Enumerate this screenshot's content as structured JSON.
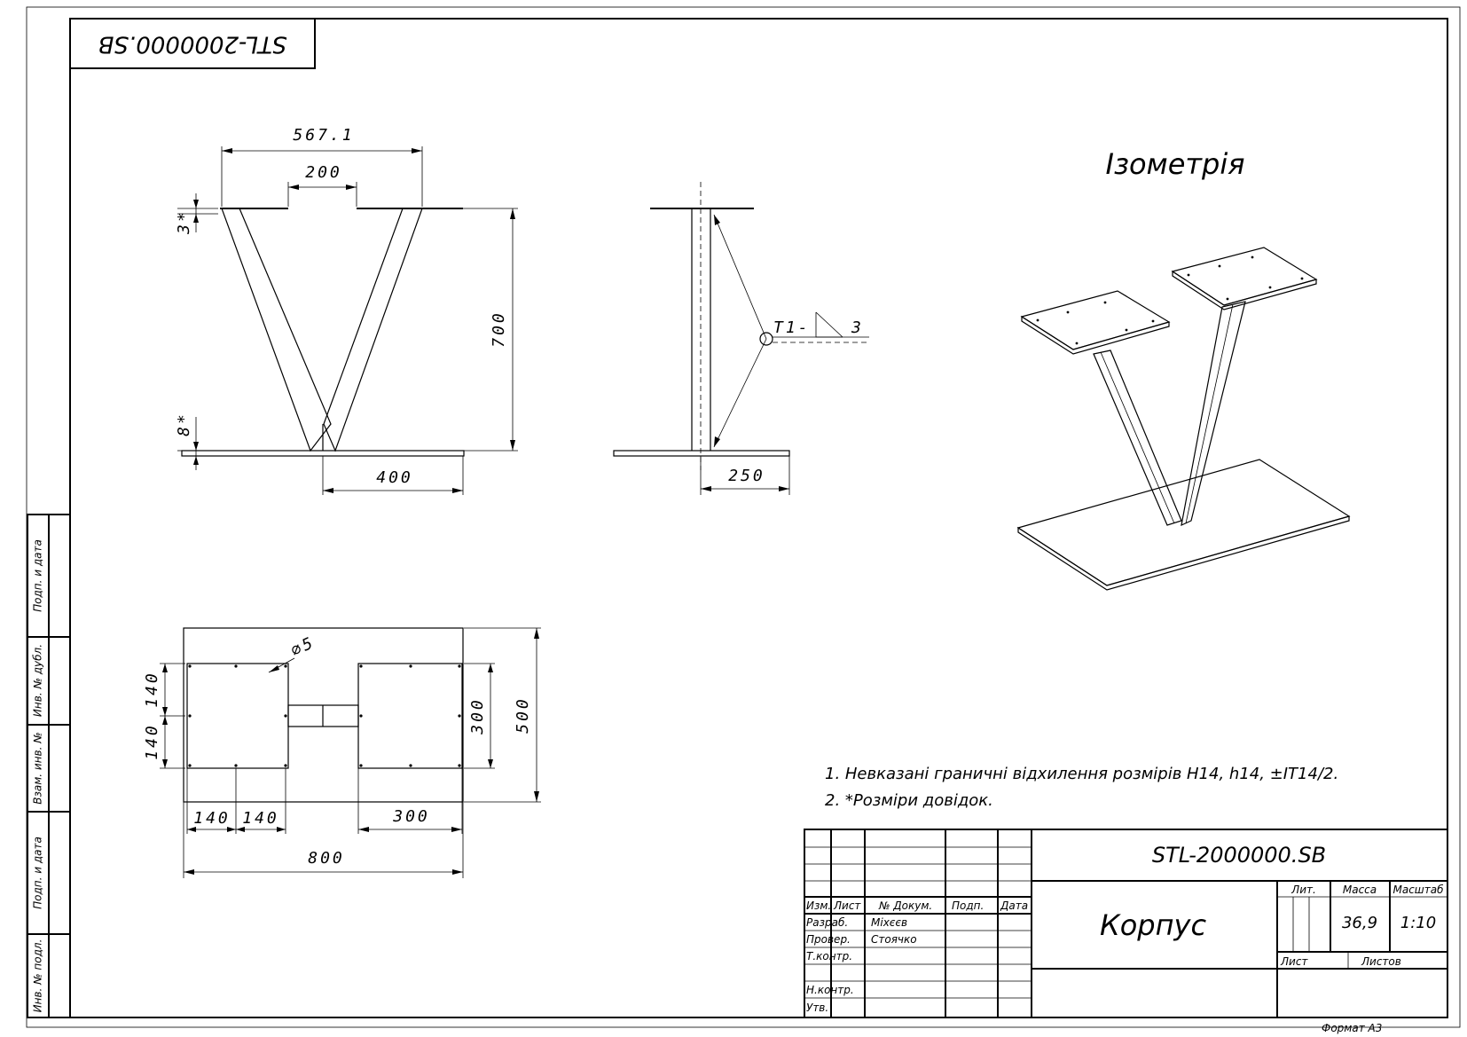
{
  "stamp_code": "STL-2000000.SB",
  "isometry_title": "Ізометрія",
  "front_view": {
    "dims": {
      "top_width": "567.1",
      "gap": "200",
      "plate_thickness": "3*",
      "height": "700",
      "base_thickness": "8*",
      "base_half": "400"
    }
  },
  "side_view": {
    "weld_label": "T1-",
    "weld_leg": "3",
    "base_depth": "250"
  },
  "top_view": {
    "hole": "⌀5",
    "dims": {
      "h140a": "140",
      "h140b": "140",
      "right300": "300",
      "h500": "500",
      "b140a": "140",
      "b140b": "140",
      "b300": "300",
      "b800": "800"
    }
  },
  "notes": [
    "1. Невказані граничні відхилення розмірів H14, h14, ±IT14/2.",
    "2. *Розміри довідок."
  ],
  "title_block": {
    "doc_code": "STL-2000000.SB",
    "name": "Корпус",
    "headers": {
      "izm": "Изм.",
      "list": "Лист",
      "dokum": "№ Докум.",
      "podp": "Подп.",
      "data": "Дата"
    },
    "roles": {
      "razrab": "Разраб.",
      "prover": "Провер.",
      "tkontr": "Т.контр.",
      "nkontr": "Н.контр.",
      "utv": "Утв."
    },
    "names": {
      "razrab": "Міхєєв",
      "prover": "Стоячко"
    },
    "lit_label": "Лит.",
    "mass_label": "Масса",
    "scale_label": "Масштаб",
    "mass": "36,9",
    "scale": "1:10",
    "sheet_label": "Лист",
    "sheets_label": "Листов"
  },
  "side_stamp": {
    "podp_data_1": "Подп. и дата",
    "inv_dubl": "Инв. № дубл.",
    "vzam_inv": "Взам. инв. №",
    "podp_data_2": "Подп. и дата",
    "inv_podl": "Инв. № подл."
  },
  "format": "Формат А3"
}
